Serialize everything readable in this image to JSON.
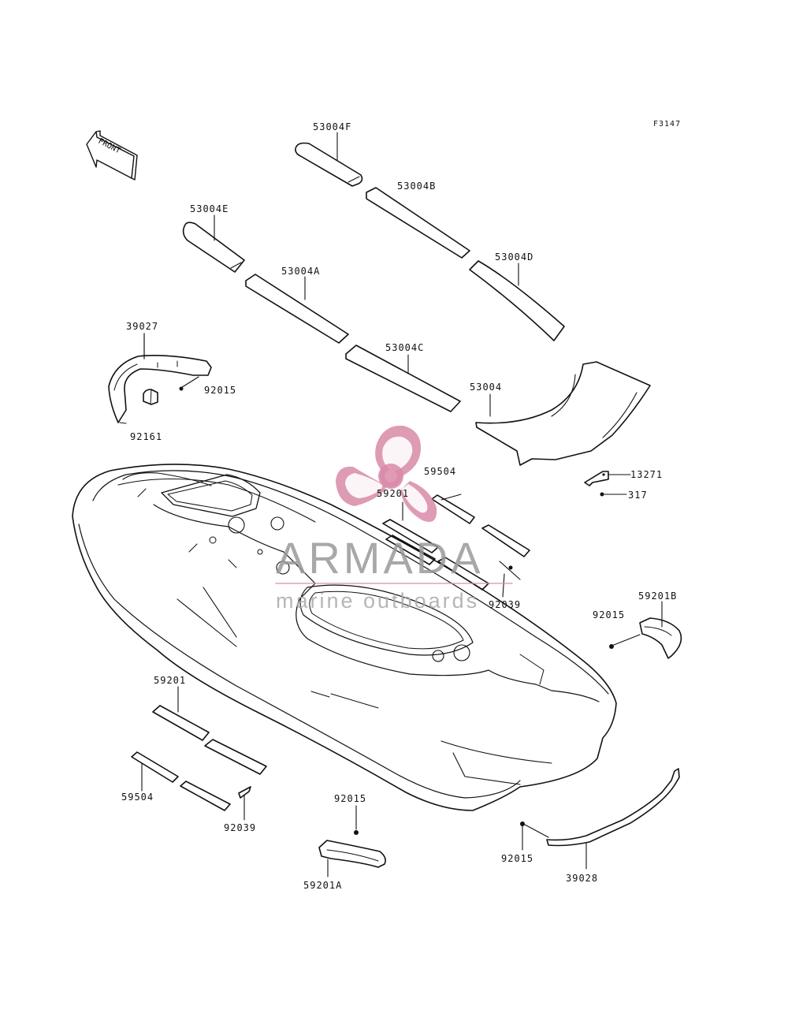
{
  "figure": {
    "code": "F3147",
    "front_label": "FRONT"
  },
  "watermark": {
    "brand": "ARMADA",
    "tagline": "marine outboards",
    "accent": "#d98aa8"
  },
  "labels": {
    "p53004F": "53004F",
    "p53004B": "53004B",
    "p53004E": "53004E",
    "p53004A": "53004A",
    "p53004D": "53004D",
    "p39027": "39027",
    "p53004C": "53004C",
    "p92015_top": "92015",
    "p53004": "53004",
    "p92161": "92161",
    "p59504_top": "59504",
    "p59201_top": "59201",
    "p13271": "13271",
    "p317": "317",
    "p92039_top": "92039",
    "p59201B": "59201B",
    "p92015_right": "92015",
    "p59201_left": "59201",
    "p59504_left": "59504",
    "p92039_left": "92039",
    "p92015_bottom": "92015",
    "p59201A": "59201A",
    "p92015_br": "92015",
    "p39028": "39028"
  }
}
